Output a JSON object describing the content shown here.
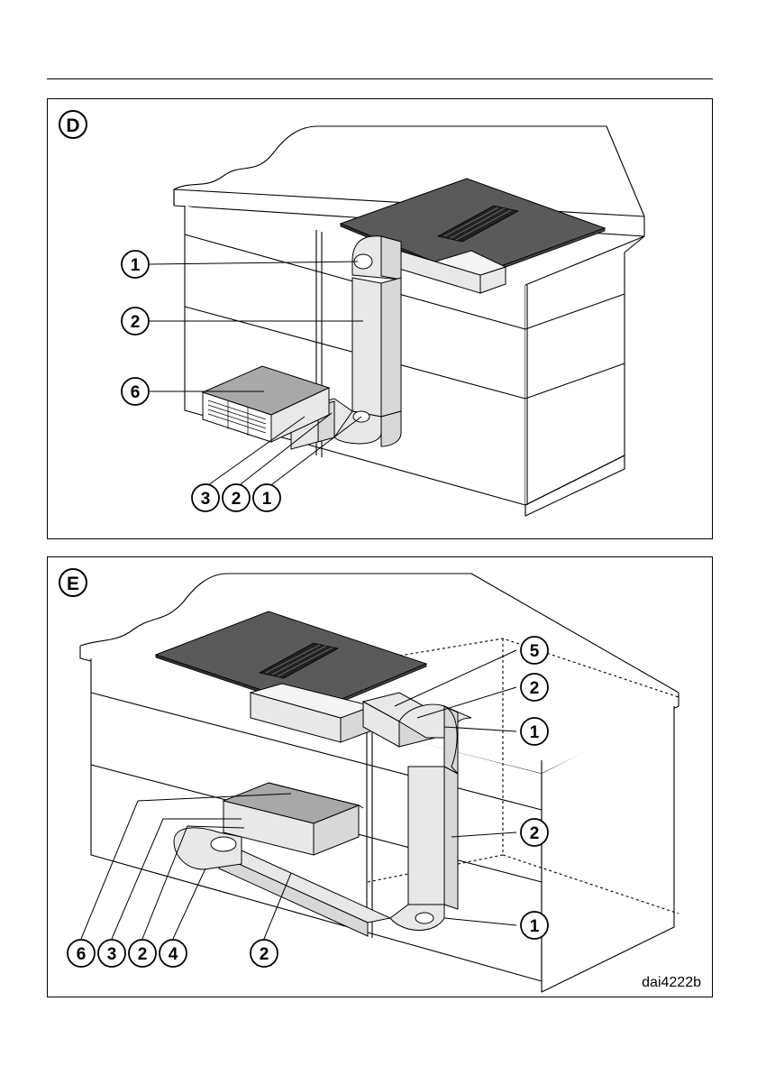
{
  "panel_d": {
    "label": "D",
    "callouts": [
      "1",
      "2",
      "6",
      "3",
      "2",
      "1"
    ]
  },
  "panel_e": {
    "label": "E",
    "callouts": [
      "5",
      "2",
      "1",
      "2",
      "1",
      "6",
      "3",
      "2",
      "4",
      "2"
    ],
    "figure_code": "dai4222b"
  },
  "colors": {
    "cooktop": "#5a5a5a",
    "duct": "#e8e8e8",
    "cabinet": "#ffffff",
    "line": "#000000"
  }
}
